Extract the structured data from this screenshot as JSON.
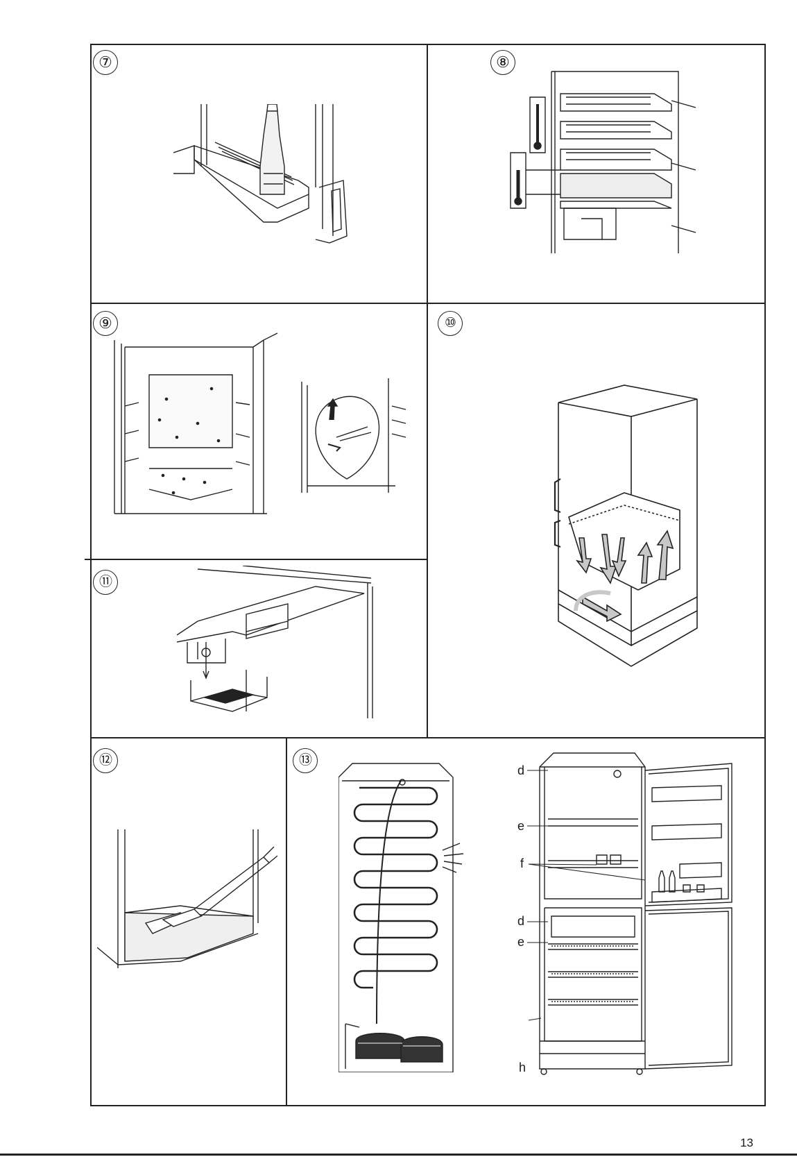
{
  "figures": [
    {
      "id": "7",
      "label": "⑦"
    },
    {
      "id": "8",
      "label": "⑧"
    },
    {
      "id": "9",
      "label": "⑨"
    },
    {
      "id": "10",
      "label": "⑩"
    },
    {
      "id": "11",
      "label": "⑪"
    },
    {
      "id": "12",
      "label": "⑫"
    },
    {
      "id": "13",
      "label": "⑬"
    }
  ],
  "callouts": {
    "d_top": "d",
    "e_top": "e",
    "f": "f",
    "d_bottom": "d",
    "e_bottom": "e",
    "h": "h"
  },
  "page_number": "13"
}
